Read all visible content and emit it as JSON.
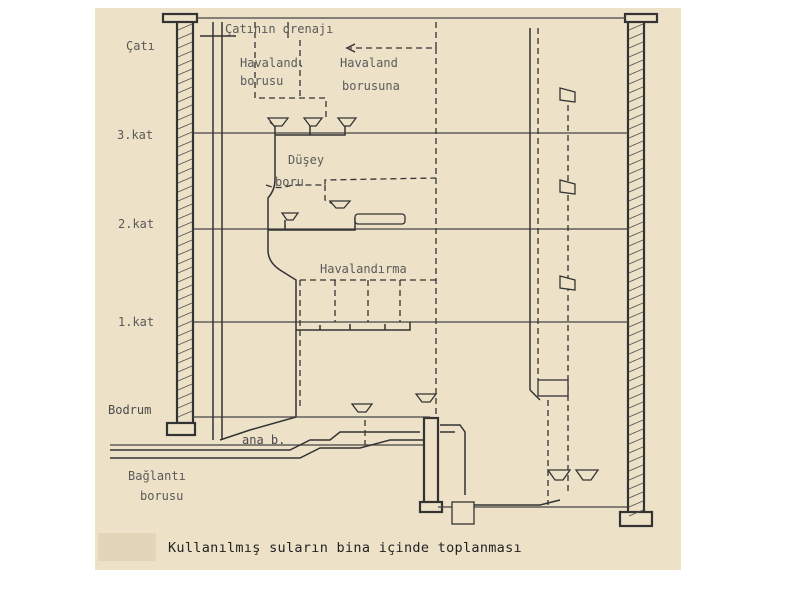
{
  "caption": "Kullanılmış suların bina içinde toplanması",
  "labels": {
    "roof": "Çatı",
    "floor3": "3.kat",
    "floor2": "2.kat",
    "floor1": "1.kat",
    "basement": "Bodrum",
    "roof_drain": "Çatının drenajı",
    "vent_pipe_1": "Havaland.",
    "vent_pipe_1b": "borusu",
    "vent_pipe_2": "Havaland",
    "vent_pipe_2b": "borusuna",
    "stack_1": "Düşey",
    "stack_2": "boru",
    "ventilation": "Havalandırma",
    "main_pipe": "ana b.",
    "connection_1": "Bağlantı",
    "connection_2": "borusu"
  }
}
